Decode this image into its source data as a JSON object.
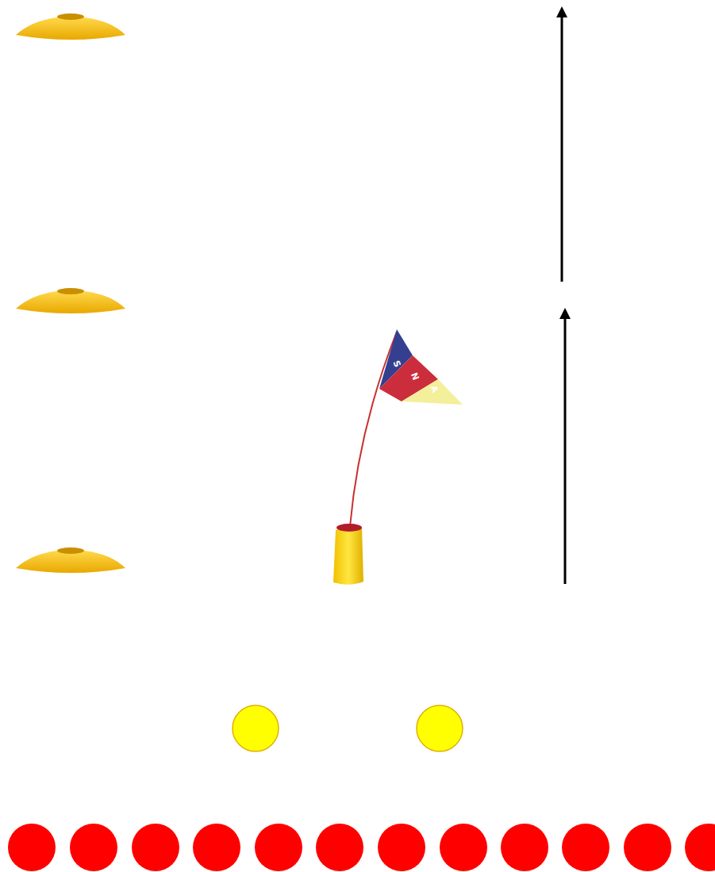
{
  "diagram": {
    "labels": [
      "S",
      "N",
      "A"
    ]
  }
}
